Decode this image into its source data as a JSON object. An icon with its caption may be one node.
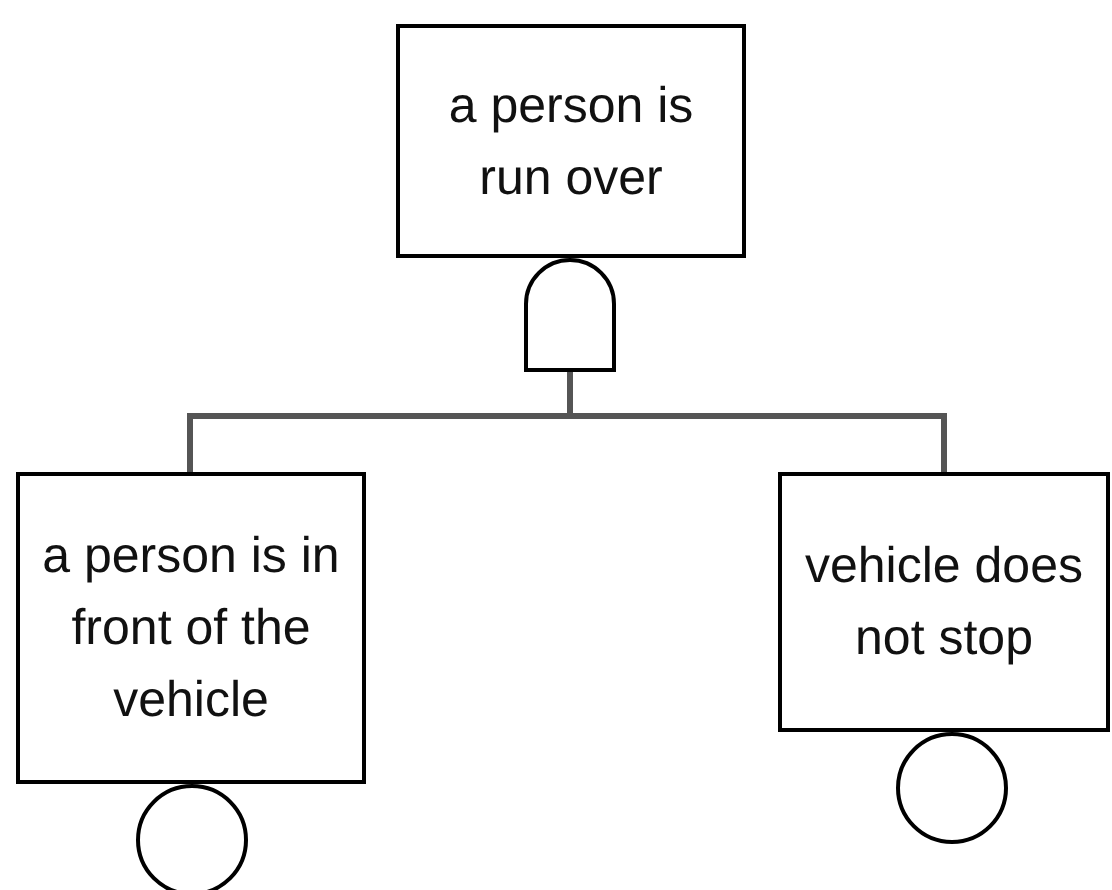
{
  "diagram": {
    "nodes": [
      {
        "text": [
          "a person is run over"
        ]
      },
      {
        "text": [],
        "shape": "gate"
      },
      {
        "text": [
          "a person is in front of the vehicle"
        ]
      },
      {
        "text": [
          "vehicle does not stop"
        ]
      },
      {
        "text": [],
        "shape": "circle"
      },
      {
        "text": [],
        "shape": "circle"
      }
    ],
    "edges": [
      {
        "from": 1,
        "to": 2,
        "arrow": "none"
      },
      {
        "from": 1,
        "to": 3,
        "arrow": "none"
      }
    ]
  }
}
